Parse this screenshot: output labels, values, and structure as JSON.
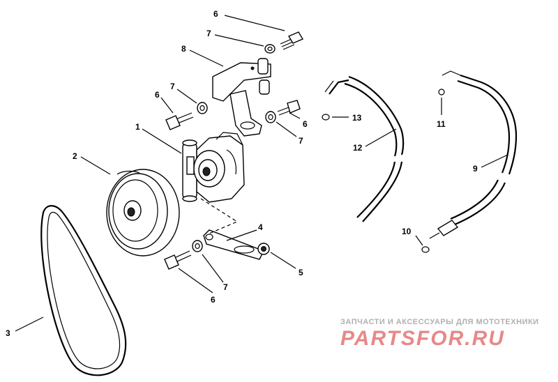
{
  "callouts": [
    {
      "id": "c6a",
      "label": "6"
    },
    {
      "id": "c7a",
      "label": "7"
    },
    {
      "id": "c8",
      "label": "8"
    },
    {
      "id": "c7b",
      "label": "7"
    },
    {
      "id": "c6b",
      "label": "6"
    },
    {
      "id": "c6c",
      "label": "6"
    },
    {
      "id": "c7c",
      "label": "7"
    },
    {
      "id": "c1",
      "label": "1"
    },
    {
      "id": "c2",
      "label": "2"
    },
    {
      "id": "c13",
      "label": "13"
    },
    {
      "id": "c12",
      "label": "12"
    },
    {
      "id": "c11",
      "label": "11"
    },
    {
      "id": "c9",
      "label": "9"
    },
    {
      "id": "c10",
      "label": "10"
    },
    {
      "id": "c4",
      "label": "4"
    },
    {
      "id": "c5",
      "label": "5"
    },
    {
      "id": "c7d",
      "label": "7"
    },
    {
      "id": "c6d",
      "label": "6"
    },
    {
      "id": "c3",
      "label": "3"
    }
  ],
  "watermark": {
    "tagline": "ЗАПЧАСТИ И АКСЕССУАРЫ ДЛЯ МОТОТЕХНИКИ",
    "logo": "PARTSFOR.RU"
  }
}
